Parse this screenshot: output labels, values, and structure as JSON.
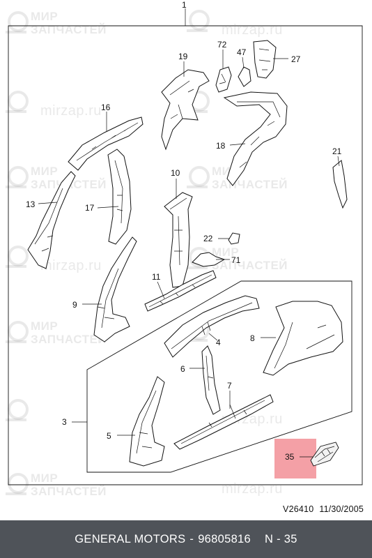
{
  "diagram": {
    "callouts": {
      "p1": "1",
      "p3": "3",
      "p4": "4",
      "p5": "5",
      "p6": "6",
      "p7": "7",
      "p8": "8",
      "p9": "9",
      "p10": "10",
      "p11": "11",
      "p13": "13",
      "p16": "16",
      "p17": "17",
      "p18": "18",
      "p19": "19",
      "p21": "21",
      "p22": "22",
      "p27": "27",
      "p35": "35",
      "p47": "47",
      "p71": "71",
      "p72": "72"
    },
    "highlight_color": "#f4a0a6",
    "reference": "V26410",
    "date": "11/30/2005"
  },
  "watermark": {
    "line1": "МИР",
    "line2": "ЗАПЧАСТЕЙ",
    "url": "mirzap.ru"
  },
  "footer": {
    "brand": "GENERAL MOTORS",
    "part_number": "96805816",
    "group": "N - 35",
    "background": "#4f5359"
  }
}
